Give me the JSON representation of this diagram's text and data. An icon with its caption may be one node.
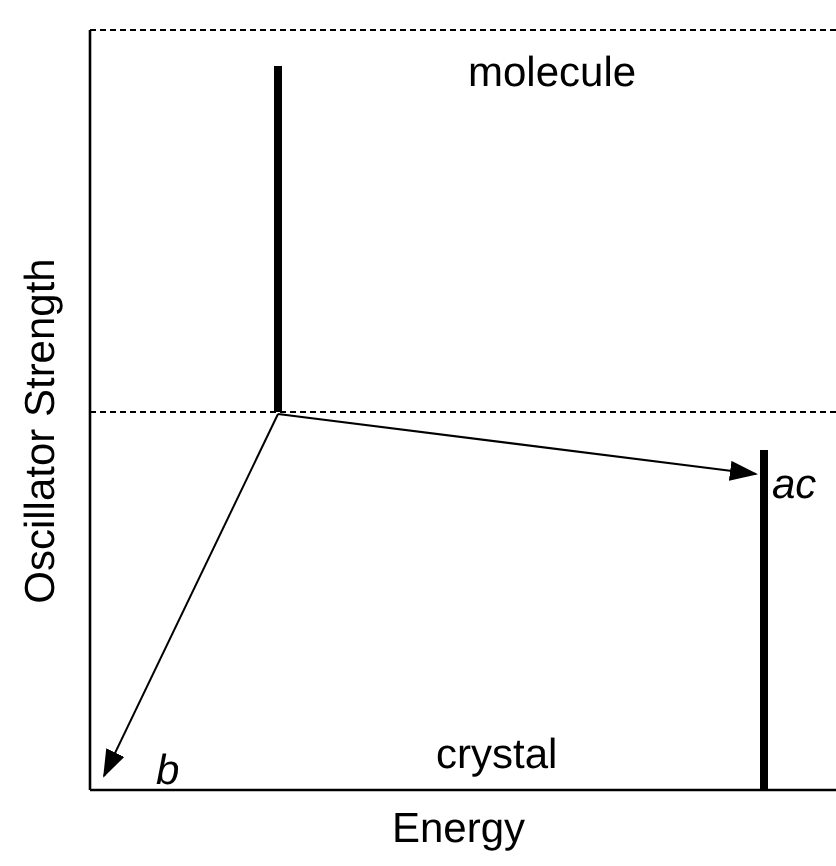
{
  "diagram": {
    "nodes": [
      {
        "text": [],
        "shape": "bar"
      },
      {
        "text": [],
        "shape": "bar"
      }
    ],
    "edges": [
      {
        "from": 0,
        "to": 1,
        "arrow": "to"
      },
      {
        "from": 0,
        "to": null,
        "arrow": "to"
      }
    ],
    "labels": [
      "molecule",
      "ac",
      "crystal",
      "b",
      "Oscillator Strength",
      "Energy"
    ]
  }
}
